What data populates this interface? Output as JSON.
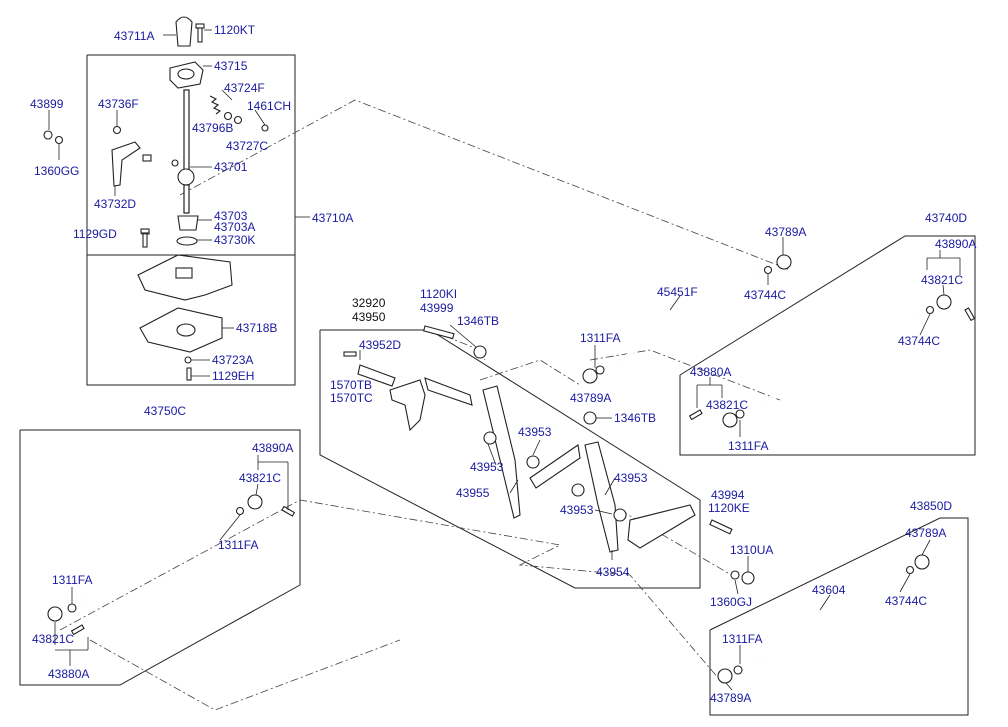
{
  "labels": {
    "p43711A": "43711A",
    "p1120KT": "1120KT",
    "p43715": "43715",
    "p43724F": "43724F",
    "p1461CH": "1461CH",
    "p43899": "43899",
    "p43736F": "43736F",
    "p43796B": "43796B",
    "p43727C": "43727C",
    "p43701": "43701",
    "p1360GG": "1360GG",
    "p43732D": "43732D",
    "p43703": "43703",
    "p43703A": "43703A",
    "p43730K": "43730K",
    "p43710A": "43710A",
    "p1129GD": "1129GD",
    "p43718B": "43718B",
    "p43723A": "43723A",
    "p1129EH": "1129EH",
    "p32920": "32920",
    "p43950": "43950",
    "p1120KI": "1120KI",
    "p43999": "43999",
    "p1346TB_a": "1346TB",
    "p43952D": "43952D",
    "p1570TB": "1570TB",
    "p1570TC": "1570TC",
    "p1311FA_a": "1311FA",
    "p43789A_a": "43789A",
    "p1346TB_b": "1346TB",
    "p43953_a": "43953",
    "p43953_b": "43953",
    "p43953_c": "43953",
    "p43953_d": "43953",
    "p43955": "43955",
    "p43954": "43954",
    "p43789A_b": "43789A",
    "p43744C_a": "43744C",
    "p45451F": "45451F",
    "p43740D": "43740D",
    "p43890A_a": "43890A",
    "p43821C_a": "43821C",
    "p43744C_b": "43744C",
    "p43880A_a": "43880A",
    "p43821C_b": "43821C",
    "p1311FA_b": "1311FA",
    "p43994": "43994",
    "p1120KE": "1120KE",
    "p1310UA": "1310UA",
    "p1360GJ": "1360GJ",
    "p43850D": "43850D",
    "p43789A_c": "43789A",
    "p43604": "43604",
    "p43744C_c": "43744C",
    "p1311FA_c": "1311FA",
    "p43789A_d": "43789A",
    "p43750C": "43750C",
    "p43890A_b": "43890A",
    "p43821C_c": "43821C",
    "p1311FA_d": "1311FA",
    "p1311FA_e": "1311FA",
    "p43821C_d": "43821C",
    "p43880A_b": "43880A"
  },
  "colors": {
    "label": "#1a1aa0",
    "line": "#222222"
  }
}
